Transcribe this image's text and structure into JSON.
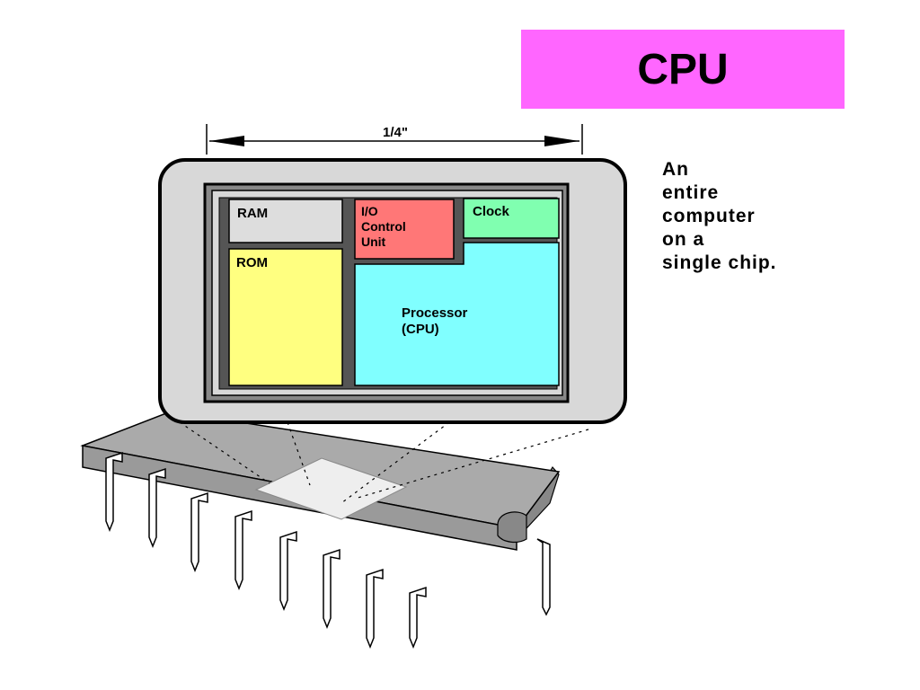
{
  "title": "CPU",
  "dimension_label": "1/4\"",
  "blocks": {
    "ram": "RAM",
    "rom": "ROM",
    "io": [
      "I/O",
      "Control",
      "Unit"
    ],
    "clock": "Clock",
    "processor": [
      "Processor",
      "(CPU)"
    ]
  },
  "caption_lines": [
    "An",
    "entire",
    "computer",
    "on a",
    "single chip."
  ],
  "colors": {
    "title_bg": "#ff66ff",
    "ram": "#dddddd",
    "rom": "#ffff80",
    "io": "#ff7777",
    "clock": "#80ffb0",
    "processor": "#80ffff",
    "chip_body": "#aaaaaa"
  }
}
